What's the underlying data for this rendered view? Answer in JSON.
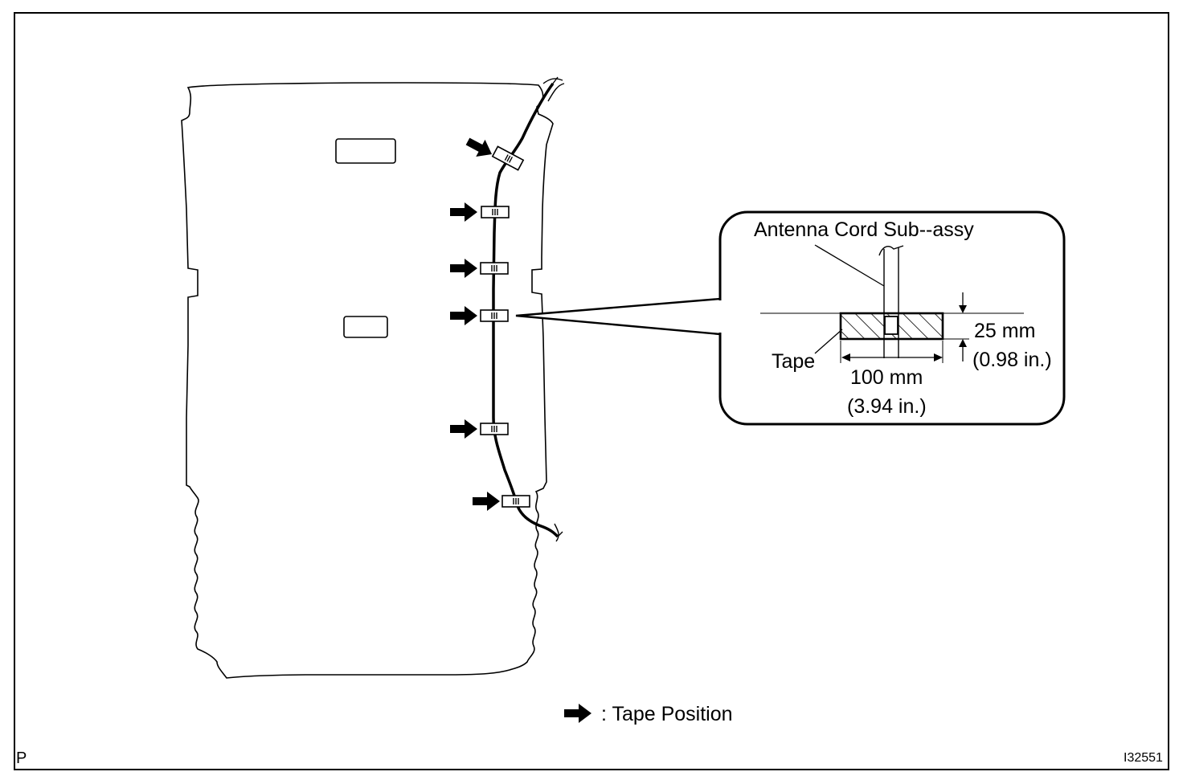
{
  "callout": {
    "part_label": "Antenna Cord Sub--assy",
    "tape_label": "Tape",
    "width_mm": "25 mm",
    "width_in": "(0.98 in.)",
    "length_mm": "100 mm",
    "length_in": "(3.94 in.)"
  },
  "legend": {
    "text": ": Tape Position"
  },
  "corner_marks": {
    "left": "P",
    "right": "I32551"
  },
  "tape_positions_count": 6,
  "colors": {
    "ink": "#000000",
    "background": "#ffffff"
  }
}
